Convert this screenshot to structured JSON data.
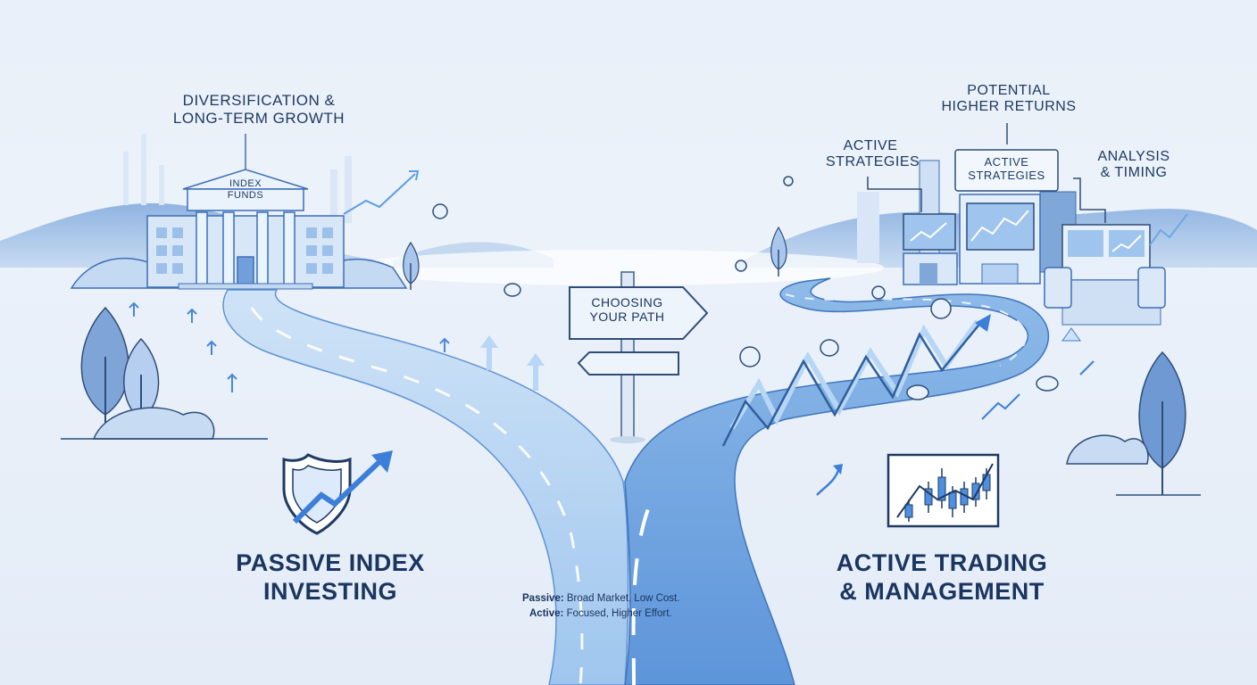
{
  "labels": {
    "diversification_line1": "DIVERSIFICATION &",
    "diversification_line2": "LONG-TERM GROWTH",
    "index_funds_line1": "INDEX",
    "index_funds_line2": "FUNDS",
    "potential_line1": "POTENTIAL",
    "potential_line2": "HIGHER RETURNS",
    "active_strategies_left_line1": "ACTIVE",
    "active_strategies_left_line2": "STRATEGIES",
    "active_strategies_board_line1": "ACTIVE",
    "active_strategies_board_line2": "STRATEGIES",
    "analysis_line1": "ANALYSIS",
    "analysis_line2": "& TIMING",
    "signpost_line1": "CHOOSING",
    "signpost_line2": "YOUR PATH"
  },
  "titles": {
    "passive_line1": "PASSIVE INDEX",
    "passive_line2": "INVESTING",
    "active_line1": "ACTIVE TRADING",
    "active_line2": "& MANAGEMENT"
  },
  "note": {
    "passive_label": "Passive:",
    "passive_text": "Broad Market, Low Cost.",
    "active_label": "Active:",
    "active_text": "Focused, Higher Effort."
  },
  "colors": {
    "background": "#eef3fa",
    "ink": "#1f3a63",
    "accent": "#3b7fd9",
    "road_left": "#a9cdf2",
    "road_right": "#6aa2e2"
  }
}
